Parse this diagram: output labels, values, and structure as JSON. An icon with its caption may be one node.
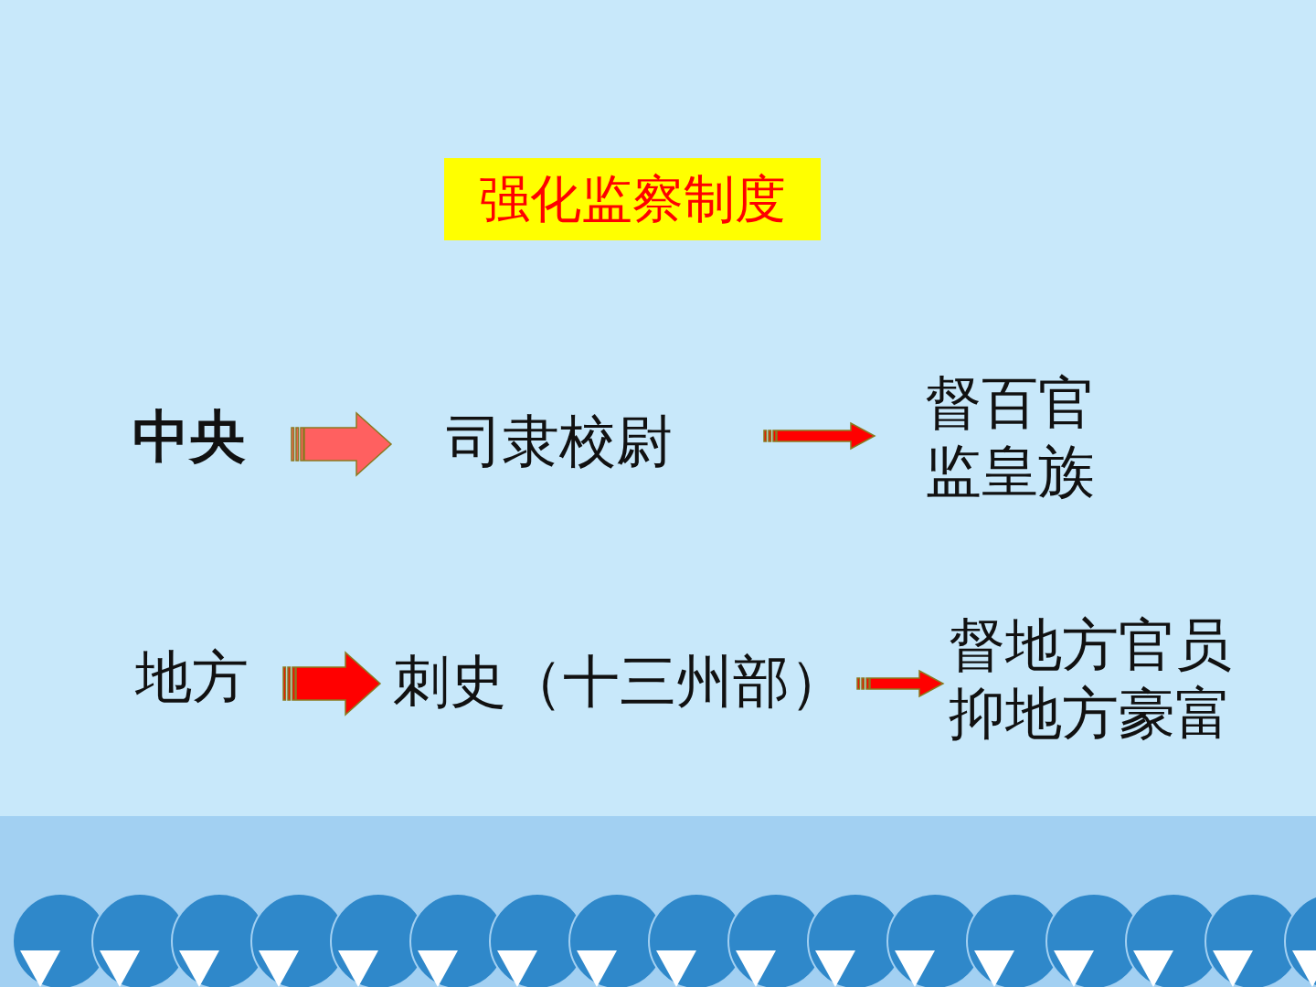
{
  "diagram": {
    "title": "强化监察制度",
    "nodes": [
      {
        "text": [
          "中央"
        ]
      },
      {
        "text": [
          "司隶校尉"
        ]
      },
      {
        "text": [
          "督百官",
          "监皇族"
        ]
      },
      {
        "text": [
          "地方"
        ]
      },
      {
        "text": [
          "刺史（十三州部）"
        ]
      },
      {
        "text": [
          "督地方官员",
          "抑地方豪富"
        ]
      }
    ],
    "edges": [
      {
        "from": 0,
        "to": 1,
        "arrow": "to",
        "style": "thick",
        "color": "#ff6060"
      },
      {
        "from": 1,
        "to": 2,
        "arrow": "to"
      },
      {
        "from": 3,
        "to": 4,
        "arrow": "to",
        "style": "thick"
      },
      {
        "from": 4,
        "to": 5,
        "arrow": "to"
      }
    ]
  }
}
